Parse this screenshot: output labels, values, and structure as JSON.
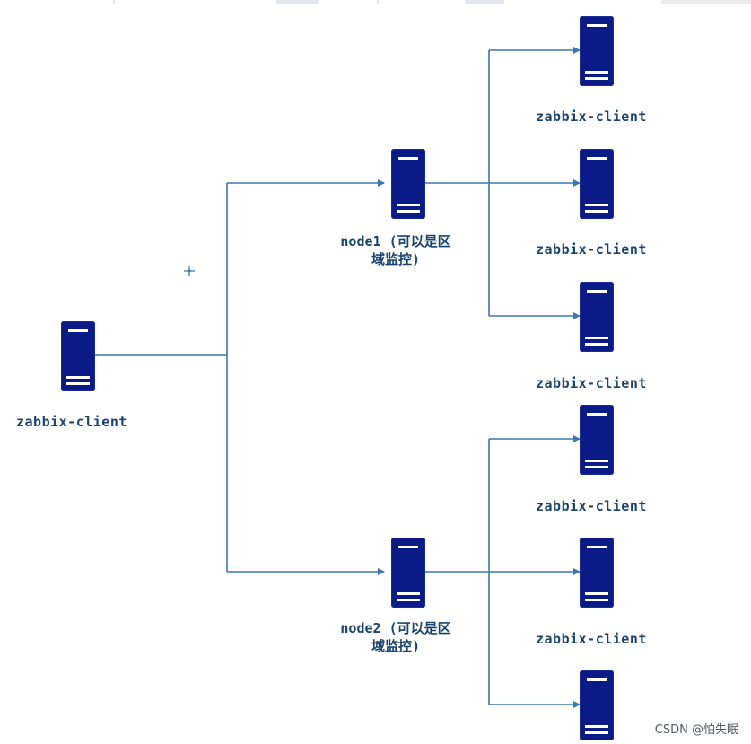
{
  "diagram": {
    "root": {
      "label": "zabbix-client"
    },
    "nodes": [
      {
        "label_line1": "node1 (可以是区",
        "label_line2": "域监控)",
        "clients": [
          "zabbix-client",
          "zabbix-client",
          "zabbix-client"
        ]
      },
      {
        "label_line1": "node2 (可以是区",
        "label_line2": "域监控)",
        "clients": [
          "zabbix-client",
          "zabbix-client"
        ]
      }
    ],
    "icon": "server-icon",
    "colors": {
      "server": "#0a1a86",
      "line": "#3d77ad",
      "label": "#19446e"
    }
  },
  "watermark": "CSDN @怕失眠"
}
